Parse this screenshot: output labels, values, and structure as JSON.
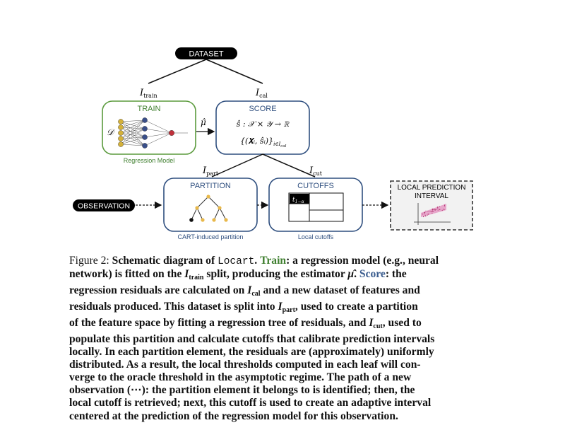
{
  "diagram": {
    "dataset_label": "DATASET",
    "train_title": "TRAIN",
    "train_caption": "Regression Model",
    "score_title": "SCORE",
    "score_formula_1": "ŝ : 𝒳 × 𝒴 → ℝ",
    "score_formula_2": "{(𝐗ᵢ, ŝᵢ)}",
    "score_formula_2_sub": "i∈I",
    "score_formula_2_subsub": "cal",
    "partition_title": "PARTITION",
    "partition_caption": "CART-induced partition",
    "cutoffs_title": "CUTOFFS",
    "cutoffs_caption": "Local cutoffs",
    "cutoff_cell_label": "t",
    "cutoff_cell_sub": "1−α",
    "observation_label": "OBSERVATION",
    "prediction_title_1": "LOCAL PREDICTION",
    "prediction_title_2": "INTERVAL",
    "data_symbol": "𝒟",
    "mu_hat": "μ̂",
    "i_train": "I",
    "i_train_sub": "train",
    "i_cal": "I",
    "i_cal_sub": "cal",
    "i_part": "I",
    "i_part_sub": "part",
    "i_cut": "I",
    "i_cut_sub": "cut",
    "colors": {
      "train_border": "#5a9a3c",
      "score_border": "#2f4f7f",
      "neuron_in": "#d4b13a",
      "neuron_hidden": "#3a4f8a",
      "neuron_out": "#c0303a",
      "leaf_yellow": "#e8b84a",
      "interval_pink": "#e59ac4"
    }
  },
  "caption": {
    "figure_label": "Figure 2:",
    "line1_a": "Schematic diagram of",
    "method_name": "Locart",
    "line1_b": ".",
    "train_word": "Train",
    "line1_c": ": a regression model (e.g., neural",
    "line2_a": "network) is fitted on the",
    "line2_isym": "I",
    "line2_isub": "train",
    "line2_b": "split, producing the estimator",
    "line2_mu": "μ̂",
    "line2_c": ".",
    "score_word": "Score",
    "line2_d": ": the",
    "line3_a": "regression residuals are calculated on",
    "line3_isym": "I",
    "line3_isub": "cal",
    "line3_b": "and a new dataset of features and",
    "line4": "residuals produced. This dataset is split into",
    "line4_isym": "I",
    "line4_isub": "part",
    "line4_b": ", used to create a partition",
    "line5_a": "of the feature space by fitting a regression tree of residuals, and",
    "line5_isym": "I",
    "line5_isub": "cut",
    "line5_b": ", used to",
    "line6": "populate this partition and calculate cutoffs that calibrate prediction intervals",
    "line7": "locally. In each partition element, the residuals are (approximately) uniformly",
    "line8": "distributed. As a result, the local thresholds computed in each leaf will con-",
    "line9": "verge to the oracle threshold in the asymptotic regime. The path of a new",
    "line10": "observation (⋯): the partition element it belongs to is identified; then, the",
    "line11": "local cutoff is retrieved; next, this cutoff is used to create an adaptive interval",
    "line12": "centered at the prediction of the regression model for this observation."
  }
}
